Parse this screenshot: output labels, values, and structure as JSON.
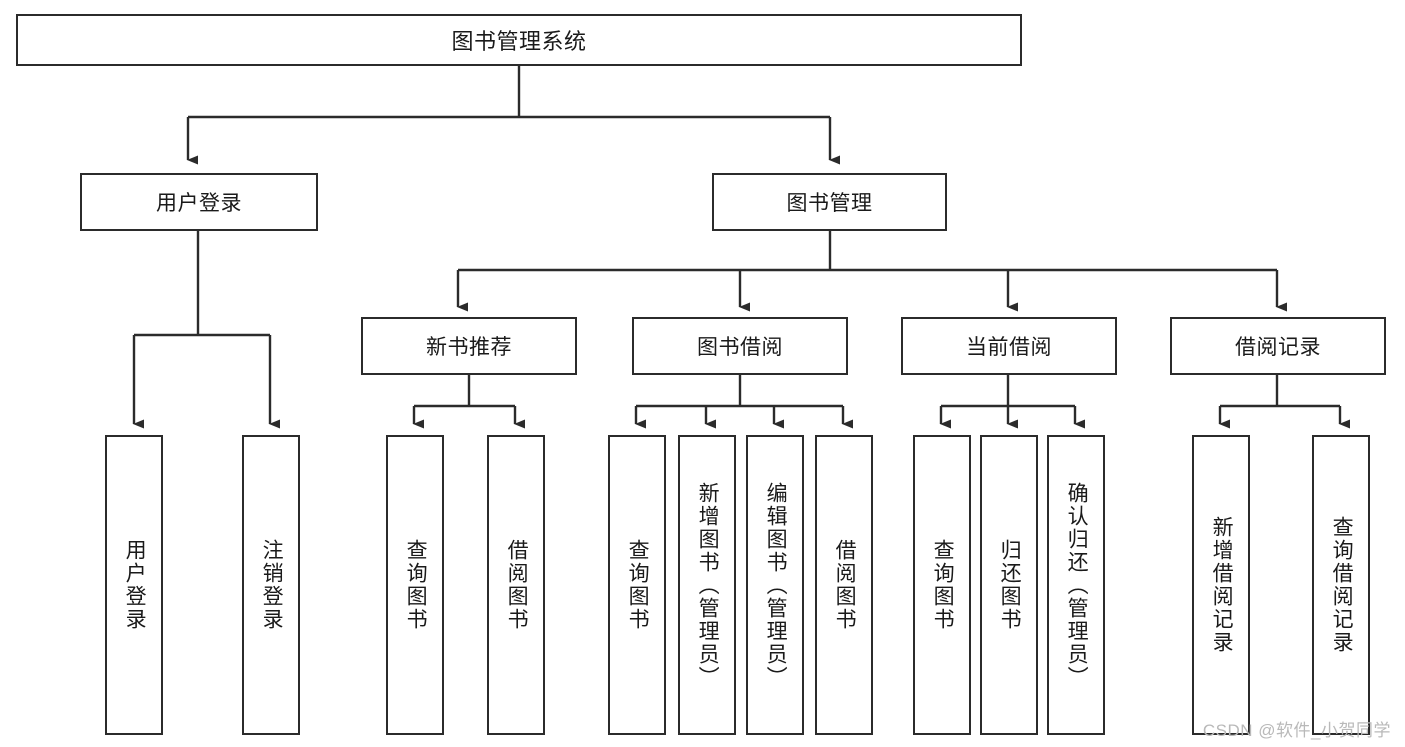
{
  "diagram": {
    "title": "图书管理系统",
    "type": "hierarchy-tree",
    "watermark": "CSDN @软件_小贺同学",
    "colors": {
      "stroke": "#2b2b2b",
      "fill": "#ffffff",
      "text": "#1a1a1a",
      "watermark": "#b9b9b9"
    },
    "levels": {
      "level1": [
        "图书管理系统"
      ],
      "level2": [
        "用户登录",
        "图书管理"
      ],
      "level3": [
        "新书推荐",
        "图书借阅",
        "当前借阅",
        "借阅记录"
      ],
      "level4": [
        "用户登录",
        "注销登录",
        "查询图书",
        "借阅图书",
        "查询图书",
        "新增图书（管理员）",
        "编辑图书（管理员）",
        "借阅图书",
        "查询图书",
        "归还图书",
        "确认归还（管理员）",
        "新增借阅记录",
        "查询借阅记录"
      ]
    },
    "nodes": {
      "root": {
        "label": "图书管理系统"
      },
      "user_login": {
        "label": "用户登录"
      },
      "book_mgmt": {
        "label": "图书管理"
      },
      "new_book_rec": {
        "label": "新书推荐"
      },
      "book_borrow": {
        "label": "图书借阅"
      },
      "current_borrow": {
        "label": "当前借阅"
      },
      "borrow_record": {
        "label": "借阅记录"
      },
      "leaf_user_login": {
        "label": "用户登录"
      },
      "leaf_logout": {
        "label": "注销登录"
      },
      "leaf_query_book_1": {
        "label": "查询图书"
      },
      "leaf_borrow_book_1": {
        "label": "借阅图书"
      },
      "leaf_query_book_2": {
        "label": "查询图书"
      },
      "leaf_add_book": {
        "label": "新增图书（管理员）"
      },
      "leaf_edit_book": {
        "label": "编辑图书（管理员）"
      },
      "leaf_borrow_book_2": {
        "label": "借阅图书"
      },
      "leaf_query_book_3": {
        "label": "查询图书"
      },
      "leaf_return_book": {
        "label": "归还图书"
      },
      "leaf_confirm_return": {
        "label": "确认归还（管理员）"
      },
      "leaf_add_record": {
        "label": "新增借阅记录"
      },
      "leaf_query_record": {
        "label": "查询借阅记录"
      }
    }
  }
}
